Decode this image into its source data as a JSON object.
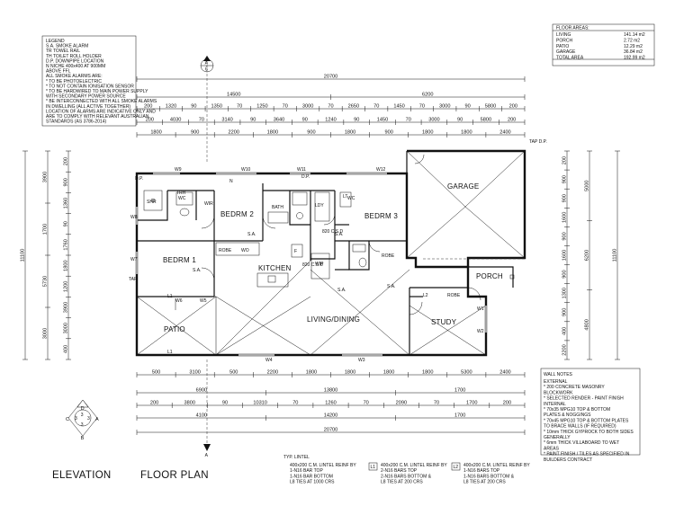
{
  "title_labels": {
    "elevation": "ELEVATION",
    "floor_plan": "FLOOR PLAN"
  },
  "legend": {
    "lines": [
      "LEGEND",
      "S.A.   SMOKE ALARM",
      "TR     TOWEL RAIL",
      "TH     TOILET ROLL HOLDER",
      "D.P.   DOWNPIPE LOCATION",
      "N      NICHE 400x400 AT 900MM",
      "         ABOVE FFL",
      "ALL SMOKE ALARMS ARE:",
      "* TO BE PHOTOELECTRIC",
      "* TO NOT CONTAIN IONISATION SENSOR",
      "* TO BE HARDWIRED TO MAIN POWER SUPPLY",
      "  WITH SECONDARY POWER SOURCE",
      "* BE INTERCONNECTED WITH ALL SMOKE ALARMS",
      "  IN DWELLING (ALL ACTIVE TOGETHER)",
      "LOCATION OF ALARMS ARE INDICATIVE ONLY AND",
      "ARE TO COMPLY WITH RELEVANT AUSTRALIAN",
      "STANDARDS (AS 3786-2014)"
    ]
  },
  "floor_areas": {
    "heading": "FLOOR AREAS:",
    "rows": [
      {
        "label": "LIVING",
        "value": "141.14 m2"
      },
      {
        "label": "PORCH",
        "value": "2.72 m2"
      },
      {
        "label": "PATIO",
        "value": "12.29 m2"
      },
      {
        "label": "GARAGE",
        "value": "36.84 m2"
      },
      {
        "label": "TOTAL AREA",
        "value": "192.99 m2"
      }
    ]
  },
  "rooms": {
    "garage": "GARAGE",
    "bedrm1": "BEDRM 1",
    "bedrm2": "BEDRM 2",
    "bedrm3": "BEDRM 3",
    "kitchen": "KITCHEN",
    "living": "LIVING/DINING",
    "study": "STUDY",
    "patio": "PATIO",
    "porch": "PORCH"
  },
  "fixtures": {
    "wir": "WIR",
    "shr": "SHR",
    "wc": "WC",
    "trh": "TRH",
    "bath": "BATH",
    "ldy": "LDY",
    "lt": "LT",
    "robe": "ROBE",
    "wo": "WO",
    "f": "F",
    "wip": "WIP",
    "csd1": "820 C.S.D",
    "csd2": "820 C.S.D",
    "sa": "S.A.",
    "dp": "D.P.",
    "tapdp": "TAP D.P.",
    "tap": "TAP",
    "l1": "L1",
    "l2": "L2",
    "n": "N"
  },
  "windows": {
    "w9": "W9",
    "w10": "W10",
    "w11": "W11",
    "w12": "W12",
    "w8": "W8",
    "w7": "W7",
    "w6": "W6",
    "w5": "W5",
    "w4": "W4",
    "w3": "W3",
    "w1": "W1",
    "w2": "W2"
  },
  "dims_top": {
    "overall": "20700",
    "row2": [
      "14500",
      "6200"
    ],
    "row3": [
      "200",
      "1320",
      "90",
      "1350",
      "70",
      "1250",
      "70",
      "3000",
      "70",
      "2650",
      "70",
      "1450",
      "70",
      "3000",
      "90",
      "5800",
      "200"
    ],
    "row4": [
      "200",
      "4030",
      "70",
      "3140",
      "90",
      "3640",
      "90",
      "1240",
      "90",
      "1450",
      "70",
      "3000",
      "90",
      "5800",
      "200"
    ],
    "row5": [
      "1800",
      "900",
      "2200",
      "1800",
      "900",
      "1800",
      "900",
      "1800",
      "1800",
      "2400"
    ]
  },
  "dims_bottom": {
    "row1": [
      "500",
      "3100",
      "500",
      "2200",
      "1800",
      "1800",
      "1800",
      "1800",
      "5300",
      "2400"
    ],
    "row2": [
      "6900",
      "13800",
      "1700"
    ],
    "row3": [
      "200",
      "3800",
      "90",
      "10310",
      "70",
      "1260",
      "70",
      "2090",
      "70",
      "1700",
      "200"
    ],
    "row4": [
      "4100",
      "14200",
      "1700"
    ],
    "overall": "20700"
  },
  "dims_left": {
    "overall": "11100",
    "segments": [
      "3900",
      "1700",
      "5730",
      "3000"
    ],
    "fine": [
      "200",
      "900",
      "1360",
      "90",
      "1760",
      "1800",
      "1200",
      "3900",
      "3000",
      "400"
    ]
  },
  "dims_right": {
    "overall": "11100",
    "segments": [
      "5000",
      "6200",
      "4800"
    ],
    "fine": [
      "200",
      "900",
      "900",
      "1600",
      "900",
      "1600",
      "900",
      "1300",
      "900",
      "400",
      "2200"
    ]
  },
  "lintels": {
    "typ": {
      "heading": "TYP. LINTEL",
      "lines": [
        "400x200 C.M. LINTEL REINF BY",
        "1-N16 BAR TOP",
        "1-N16 BAR BOTTOM",
        "L8 TIES AT 1000 CRS"
      ]
    },
    "l1": {
      "tag": "L1",
      "lines": [
        "400x200 C.M. LINTEL REINF BY",
        "2-N16 BARS TOP",
        "2-N16 BARS BOTTOM &",
        "L8 TIES AT 200 CRS"
      ]
    },
    "l2": {
      "tag": "L2",
      "lines": [
        "400x200 C.M. LINTEL REINF BY",
        "1-N16 BARS TOP",
        "1-N16 BARS BOTTOM &",
        "L8 TIES AT 200 CRS"
      ]
    }
  },
  "wall_notes": {
    "heading": "WALL NOTES",
    "lines": [
      "EXTERNAL",
      "* 200 CONCRETE MASONRY",
      "  BLOCKWORK",
      "* SELECTED RENDER - PAINT FINISH",
      "INTERNAL",
      "* 70x35 MPG10 TOP & BOTTOM",
      "  PLATES & NOGGINGS",
      "* 70x45 MPG10 TOP & BOTTOM PLATES",
      "  TO BRACE WALLS (IF REQUIRED)",
      "* 10mm THICK GYPROCK TO BOTH SIDES",
      "  GENERALLY",
      "* 6mm THICK VILLABOARD TO WET",
      "  AREAS",
      "* PAINT FINISH / TILES AS SPECIFIED IN",
      "  BUILDERS CONTRACT"
    ]
  },
  "section_markers": {
    "top": "A",
    "top_sub": "6",
    "bottom": "A",
    "compass": [
      "D",
      "C",
      "B",
      "A"
    ],
    "compass_sub": [
      "3",
      "3",
      "3",
      "3"
    ]
  }
}
